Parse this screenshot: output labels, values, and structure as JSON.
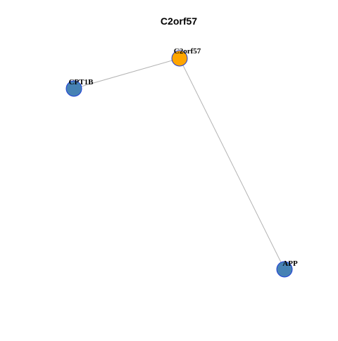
{
  "title": "C2orf57",
  "nodes": [
    {
      "id": "C2orf57",
      "label": "C2orf57",
      "color": "#FFA500",
      "border": "#1F3FD6",
      "role": "query"
    },
    {
      "id": "CPT1B",
      "label": "CPT1B",
      "color": "#4682B4",
      "border": "#1F3FD6",
      "role": "interactor"
    },
    {
      "id": "APP",
      "label": "APP",
      "color": "#4682B4",
      "border": "#1F3FD6",
      "role": "interactor"
    }
  ],
  "edges": [
    {
      "source": "C2orf57",
      "target": "CPT1B"
    },
    {
      "source": "C2orf57",
      "target": "APP"
    }
  ],
  "edge_color": "#B3B3B3"
}
